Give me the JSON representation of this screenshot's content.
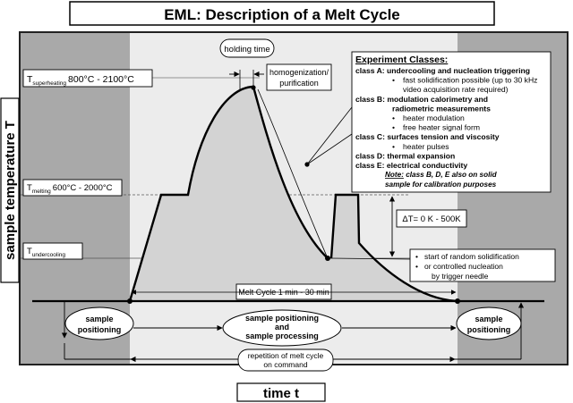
{
  "title": "EML: Description of a Melt Cycle",
  "axes": {
    "y_label": "sample temperature T",
    "x_label": "time t"
  },
  "temperature_levels": {
    "superheating": {
      "symbol": "T",
      "subscript": "superheating",
      "range": "800°C - 2100°C"
    },
    "melting": {
      "symbol": "T",
      "subscript": "melting",
      "range": "600°C - 2000°C"
    },
    "undercooling": {
      "symbol": "T",
      "subscript": "undercooling"
    }
  },
  "callouts": {
    "holding_time": "holding time",
    "homogenization": [
      "homogenization/",
      "purification"
    ],
    "delta_t": "ΔT= 0 K - 500K",
    "melt_cycle": "Melt Cycle 1 min - 30 min",
    "solidification": [
      "start of random solidification",
      "or controlled nucleation",
      "by trigger needle"
    ]
  },
  "experiment_classes": {
    "heading": "Experiment Classes:",
    "lines": [
      {
        "kind": "class",
        "text": "class A: undercooling and nucleation triggering"
      },
      {
        "kind": "bullet",
        "text": "fast solidification possible (up to 30 kHz"
      },
      {
        "kind": "cont",
        "text": "video acquisition rate required)"
      },
      {
        "kind": "class",
        "text": "class B: modulation calorimetry and"
      },
      {
        "kind": "cont-bold",
        "text": "radiometric measurements"
      },
      {
        "kind": "bullet",
        "text": "heater modulation"
      },
      {
        "kind": "bullet",
        "text": "free heater signal form"
      },
      {
        "kind": "class",
        "text": "class C: surfaces tension and viscosity"
      },
      {
        "kind": "bullet",
        "text": "heater pulses"
      },
      {
        "kind": "class",
        "text": "class D: thermal expansion"
      },
      {
        "kind": "class",
        "text": "class E: electrical conductivity"
      }
    ],
    "note_label": "Note:",
    "note_rest": " class B, D, E also on solid",
    "note_line2": "sample for calibration purposes"
  },
  "process_steps": {
    "left": [
      "sample",
      "positioning"
    ],
    "center": [
      "sample positioning",
      "and",
      "sample processing"
    ],
    "right": [
      "sample",
      "positioning"
    ],
    "repeat": [
      "repetition of melt cycle",
      "on command"
    ]
  }
}
